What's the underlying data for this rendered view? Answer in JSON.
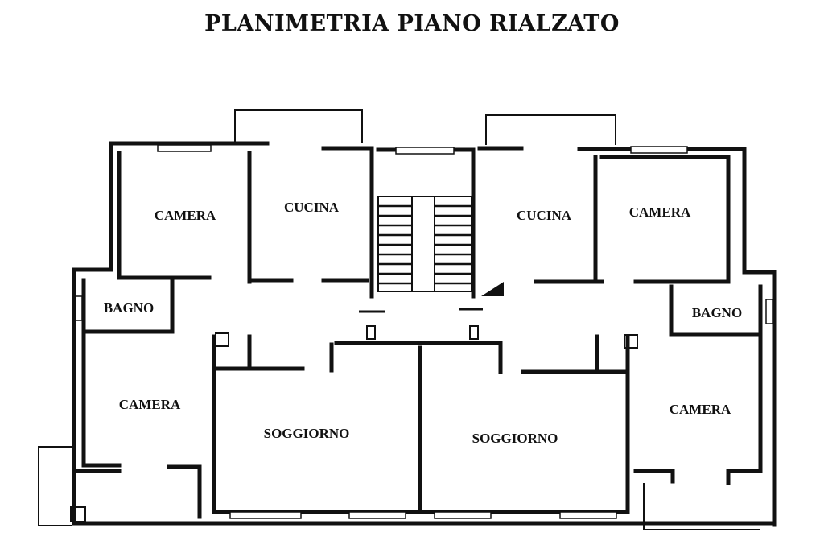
{
  "title": "PLANIMETRIA PIANO RIALZATO",
  "rooms": [
    {
      "id": "camera-nw",
      "label": "CAMERA"
    },
    {
      "id": "cucina-w",
      "label": "CUCINA"
    },
    {
      "id": "cucina-e",
      "label": "CUCINA"
    },
    {
      "id": "camera-ne",
      "label": "CAMERA"
    },
    {
      "id": "bagno-w",
      "label": "BAGNO"
    },
    {
      "id": "bagno-e",
      "label": "BAGNO"
    },
    {
      "id": "camera-sw",
      "label": "CAMERA"
    },
    {
      "id": "soggiorno-w",
      "label": "SOGGIORNO"
    },
    {
      "id": "soggiorno-e",
      "label": "SOGGIORNO"
    },
    {
      "id": "camera-se",
      "label": "CAMERA"
    }
  ]
}
